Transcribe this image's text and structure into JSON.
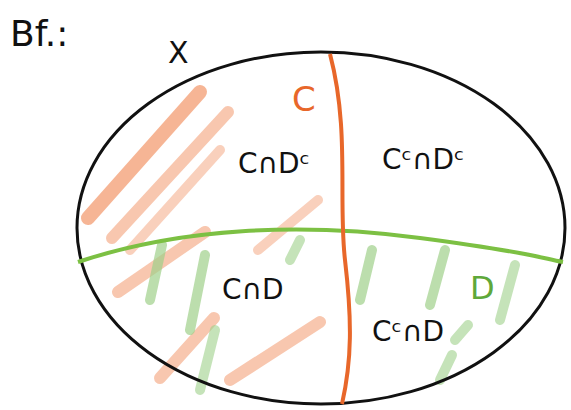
{
  "diagram": {
    "labels": [
      "Bf.:",
      "X",
      "C",
      "D",
      "C∩Dᶜ",
      "Cᶜ∩Dᶜ",
      "C∩D",
      "Cᶜ∩D"
    ]
  }
}
